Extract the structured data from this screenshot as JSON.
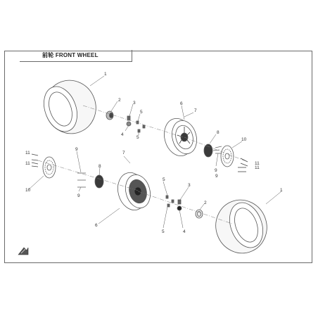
{
  "diagram": {
    "title": "前轮 FRONT WHEEL",
    "colors": {
      "line": "#555555",
      "tire_fill": "#f7f7f7",
      "hub_fill": "#3a3a3a"
    },
    "callouts": {
      "c1a": "1",
      "c1b": "1",
      "c2a": "2",
      "c2b": "2",
      "c3a": "3",
      "c3b": "3",
      "c4a": "4",
      "c4b": "4",
      "c5a": "5",
      "c5b": "5",
      "c5c": "5",
      "c5d": "5",
      "c6a": "6",
      "c6b": "6",
      "c7a": "7",
      "c7b": "7",
      "c8a": "8",
      "c8b": "8",
      "c9a": "9",
      "c9b": "9",
      "c9c": "9",
      "c9d": "9",
      "c10a": "10",
      "c10b": "10",
      "c11a": "11",
      "c11b": "11",
      "c11c": "11",
      "c11d": "11"
    },
    "front_icon": "front-direction-arrow-icon"
  }
}
